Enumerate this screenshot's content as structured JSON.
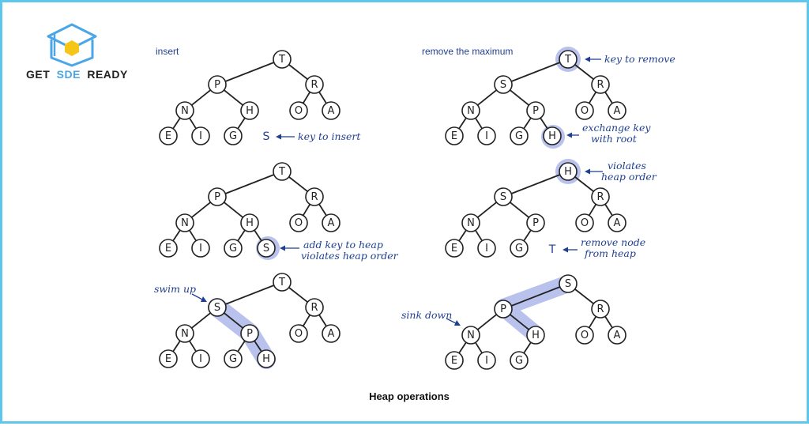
{
  "logo": {
    "word1": "GET",
    "word2": "SDE",
    "word3": "READY",
    "color_dark": "#222222",
    "color_accent": "#4aa6e6",
    "color_hex": "#f5c518"
  },
  "colors": {
    "border": "#5ec7ee",
    "highlight": "#b9c2ec",
    "annotation": "#1f3f8f",
    "edge": "#222222"
  },
  "panels": [
    {
      "title": "insert",
      "nodes": [
        "T",
        "P",
        "R",
        "N",
        "H",
        "O",
        "A",
        "E",
        "I",
        "G"
      ],
      "loose": [
        {
          "label": "S"
        }
      ],
      "notes": [
        [
          "key to insert"
        ]
      ]
    },
    {
      "nodes": [
        "T",
        "P",
        "R",
        "N",
        "H",
        "O",
        "A",
        "E",
        "I",
        "G",
        "S"
      ],
      "notes": [
        [
          "add key to heap",
          "violates heap order"
        ]
      ]
    },
    {
      "nodes": [
        "T",
        "S",
        "R",
        "N",
        "P",
        "O",
        "A",
        "E",
        "I",
        "G",
        "H"
      ],
      "notes": [
        [
          "swim up"
        ]
      ]
    },
    {
      "title": "remove the maximum",
      "nodes": [
        "T",
        "S",
        "R",
        "N",
        "P",
        "O",
        "A",
        "E",
        "I",
        "G",
        "H"
      ],
      "notes": [
        [
          "key to remove"
        ],
        [
          "exchange key",
          "with root"
        ]
      ]
    },
    {
      "nodes": [
        "H",
        "S",
        "R",
        "N",
        "P",
        "O",
        "A",
        "E",
        "I",
        "G"
      ],
      "loose": [
        {
          "label": "T"
        }
      ],
      "notes": [
        [
          "violates",
          "heap order"
        ],
        [
          "remove node",
          "from heap"
        ]
      ]
    },
    {
      "nodes": [
        "S",
        "P",
        "R",
        "N",
        "H",
        "O",
        "A",
        "E",
        "I",
        "G"
      ],
      "notes": [
        [
          "sink down"
        ]
      ]
    }
  ],
  "caption": "Heap operations"
}
